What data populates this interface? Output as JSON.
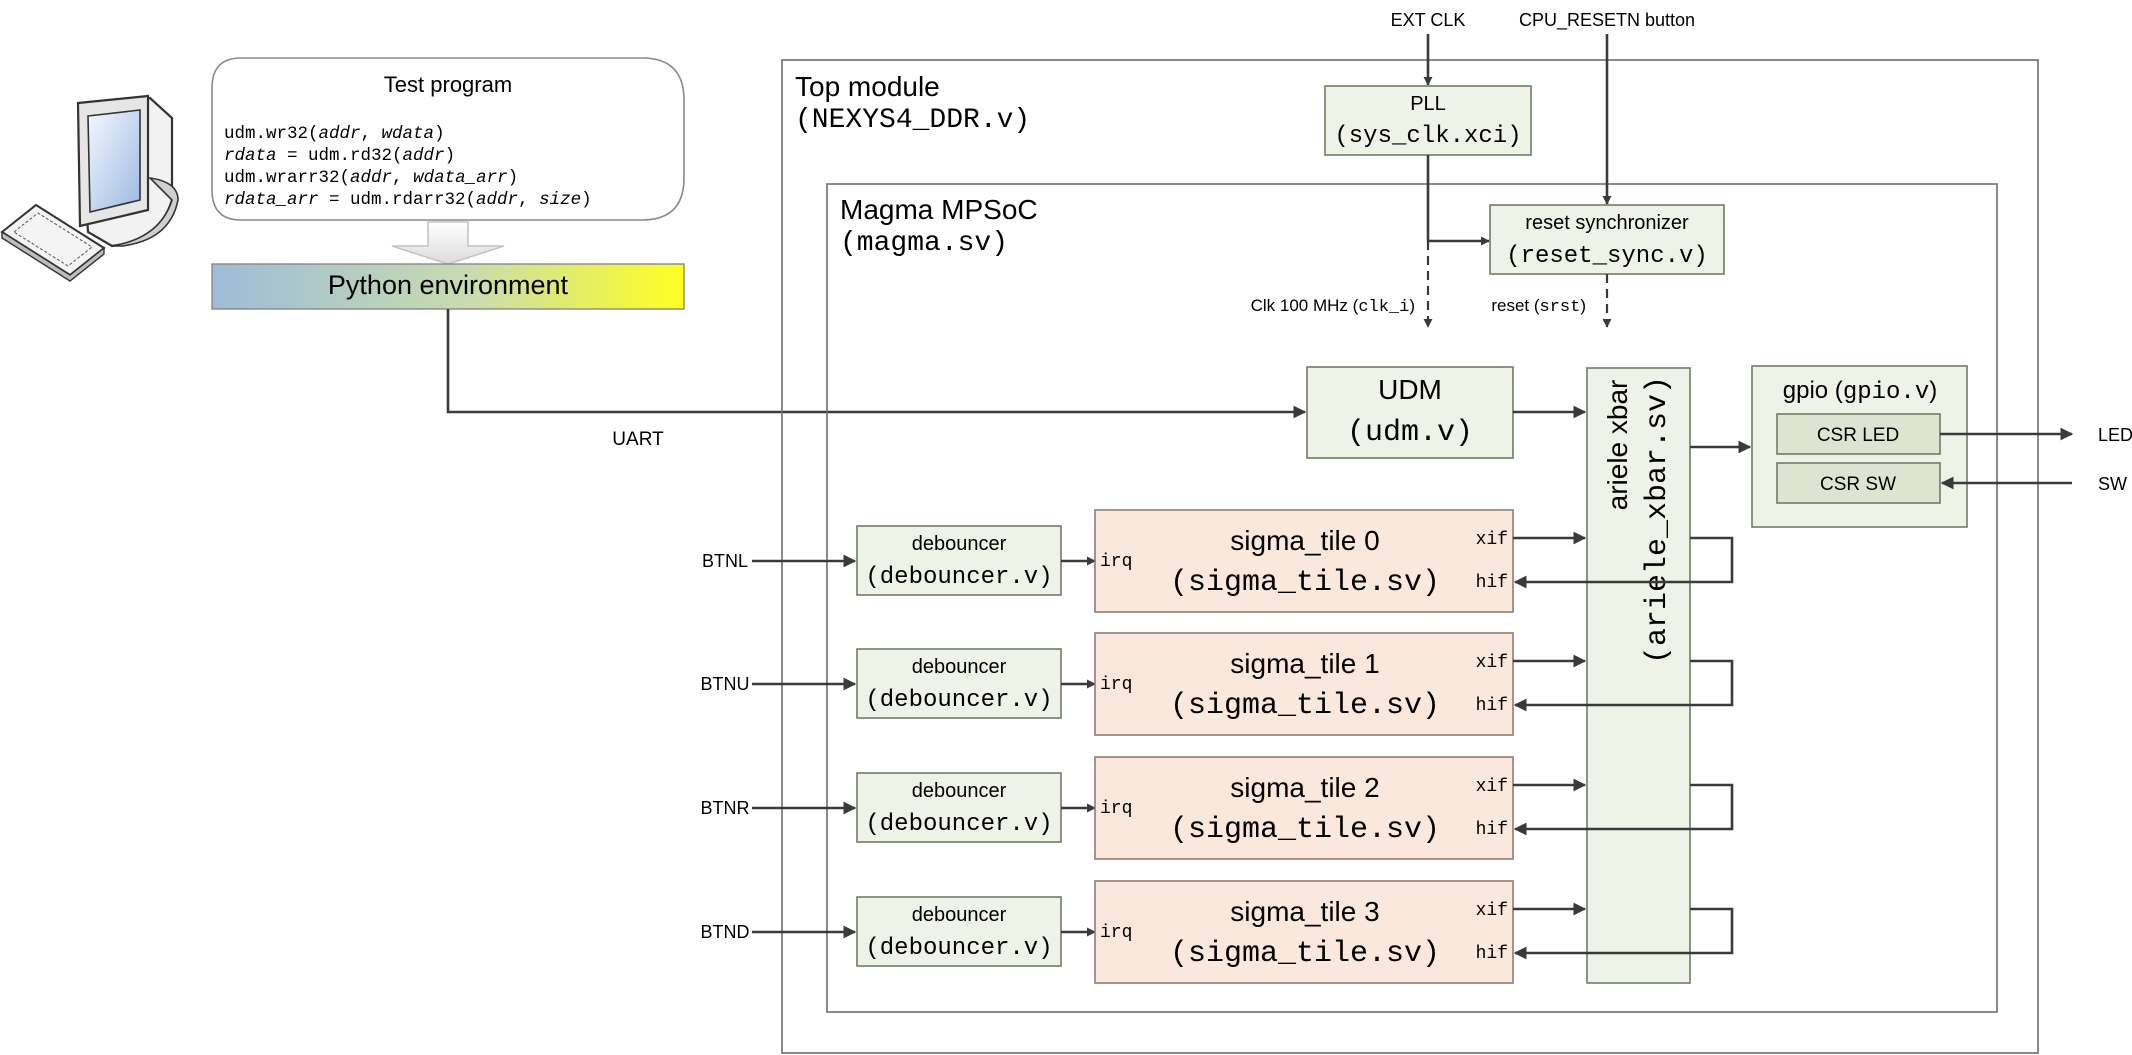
{
  "pc": {
    "test_program": {
      "title": "Test program",
      "lines": [
        [
          {
            "t": "udm.wr32(",
            "i": false
          },
          {
            "t": "addr",
            "i": true
          },
          {
            "t": ", ",
            "i": false
          },
          {
            "t": "wdata",
            "i": true
          },
          {
            "t": ")",
            "i": false
          }
        ],
        [
          {
            "t": "rdata",
            "i": true
          },
          {
            "t": " = udm.rd32(",
            "i": false
          },
          {
            "t": "addr",
            "i": true
          },
          {
            "t": ")",
            "i": false
          }
        ],
        [
          {
            "t": "udm.wrarr32(",
            "i": false
          },
          {
            "t": "addr",
            "i": true
          },
          {
            "t": ", ",
            "i": false
          },
          {
            "t": "wdata_arr",
            "i": true
          },
          {
            "t": ")",
            "i": false
          }
        ],
        [
          {
            "t": "rdata_arr",
            "i": true
          },
          {
            "t": " = udm.rdarr32(",
            "i": false
          },
          {
            "t": "addr",
            "i": true
          },
          {
            "t": ", ",
            "i": false
          },
          {
            "t": "size",
            "i": true
          },
          {
            "t": ")",
            "i": false
          }
        ]
      ]
    },
    "python_env": "Python environment",
    "uart_label": "UART"
  },
  "external": {
    "ext_clk": "EXT CLK",
    "cpu_reset": "CPU_RESETN button",
    "led": "LED",
    "sw": "SW"
  },
  "top_module": {
    "title": "Top module",
    "file": "(NEXYS4_DDR.v)"
  },
  "pll": {
    "title": "PLL",
    "file": "(sys_clk.xci)"
  },
  "magma": {
    "title": "Magma MPSoC",
    "file": "(magma.sv)"
  },
  "reset_sync": {
    "title": "reset synchronizer",
    "file": "(reset_sync.v)"
  },
  "signals": {
    "clk": [
      {
        "t": "Clk 100 MHz (",
        "m": false
      },
      {
        "t": "clk_i",
        "m": true
      },
      {
        "t": ")",
        "m": false
      }
    ],
    "reset": [
      {
        "t": "reset (",
        "m": false
      },
      {
        "t": "srst",
        "m": true
      },
      {
        "t": ")",
        "m": false
      }
    ]
  },
  "udm": {
    "title": "UDM",
    "file": "(udm.v)"
  },
  "xbar": {
    "title": "ariele xbar",
    "file": "(ariele_xbar.sv)"
  },
  "gpio": {
    "title_pre": "gpio (",
    "title_mono": "gpio.v",
    "title_post": ")",
    "csr_led": "CSR LED",
    "csr_sw": "CSR SW"
  },
  "rows": [
    {
      "button": "BTNL",
      "debouncer": "debouncer",
      "debouncer_file": "(debouncer.v)",
      "tile": "sigma_tile 0",
      "tile_file": "(sigma_tile.sv)",
      "irq": "irq",
      "xif": "xif",
      "hif": "hif"
    },
    {
      "button": "BTNU",
      "debouncer": "debouncer",
      "debouncer_file": "(debouncer.v)",
      "tile": "sigma_tile 1",
      "tile_file": "(sigma_tile.sv)",
      "irq": "irq",
      "xif": "xif",
      "hif": "hif"
    },
    {
      "button": "BTNR",
      "debouncer": "debouncer",
      "debouncer_file": "(debouncer.v)",
      "tile": "sigma_tile 2",
      "tile_file": "(sigma_tile.sv)",
      "irq": "irq",
      "xif": "xif",
      "hif": "hif"
    },
    {
      "button": "BTND",
      "debouncer": "debouncer",
      "debouncer_file": "(debouncer.v)",
      "tile": "sigma_tile 3",
      "tile_file": "(sigma_tile.sv)",
      "irq": "irq",
      "xif": "xif",
      "hif": "hif"
    }
  ],
  "colors": {
    "block_green": "#eef2e7",
    "csr_green": "#dde5d1",
    "tile_peach": "#fbe8dc",
    "python_gradient": [
      "#9dbcd8",
      "#ffff20"
    ]
  }
}
